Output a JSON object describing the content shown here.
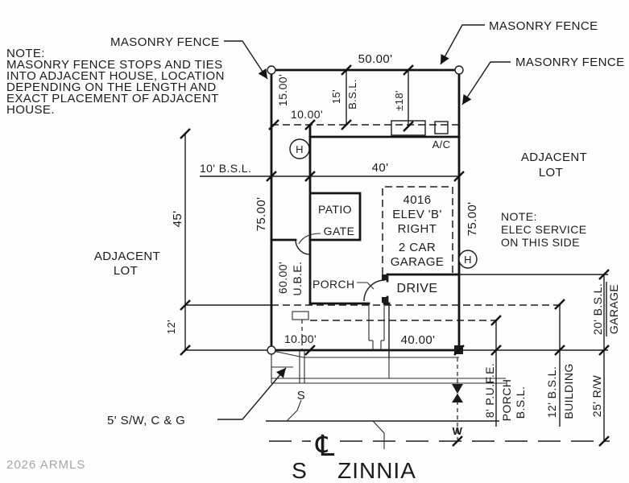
{
  "document": {
    "watermark": "2026 ARMLS"
  },
  "street": {
    "prefix": "S",
    "name": "ZINNIA",
    "centerline_symbol": "℄"
  },
  "fence": {
    "label": "MASONRY FENCE"
  },
  "adjacent_lot": {
    "line1": "ADJACENT",
    "line2": "LOT"
  },
  "notes": {
    "fence_note_lines": [
      "NOTE:",
      "MASONRY FENCE STOPS AND TIES",
      "INTO ADJACENT HOUSE, LOCATION",
      "DEPENDING ON THE LENGTH AND",
      "EXACT PLACEMENT OF ADJACENT",
      "HOUSE."
    ],
    "elec_note_lines": [
      "NOTE:",
      "ELEC SERVICE",
      "ON THIS SIDE"
    ]
  },
  "house": {
    "model_lines": [
      "4016",
      "ELEV 'B'",
      "RIGHT",
      "2 CAR",
      "GARAGE"
    ],
    "patio": "PATIO",
    "gate": "GATE",
    "porch": "PORCH",
    "drive": "DRIVE",
    "ac_unit": "A/C",
    "hose_bib": "H"
  },
  "utilities": {
    "sewer": "S",
    "water": "W",
    "sidewalk_label": "5' S/W, C & G"
  },
  "dimensions": {
    "lot_width": "50.00'",
    "lot_depth": "75.00'",
    "fence_return_depth": "15.00'",
    "fence_return_offset": "10.00'",
    "front_bsl_value": "15'",
    "bsl_abbr": "B.S.L.",
    "ac_offset": "±18'",
    "side_bsl": "10' B.S.L.",
    "house_width": "40'",
    "adjacent_depth": "45'",
    "adjacent_front": "12'",
    "ube_value": "60.00'",
    "ube_abbr": "U.B.E.",
    "front_left": "10.00'",
    "front_right": "40.00'",
    "pufe": "8' P.U.F.E.",
    "porch_word": "PORCH",
    "building_bsl": "12' B.S.L.",
    "building_word": "BUILDING",
    "right_of_way": "25' R/W",
    "garage_bsl": "20' B.S.L.",
    "garage_word": "GARAGE"
  }
}
